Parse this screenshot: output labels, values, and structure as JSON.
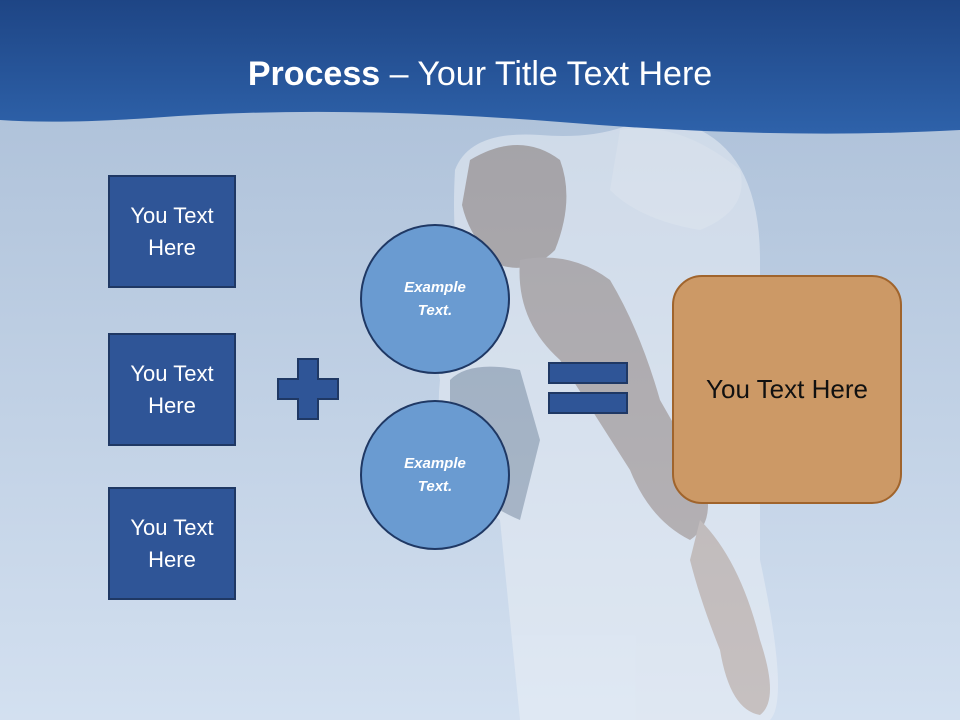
{
  "title": {
    "bold": "Process",
    "rest": " – Your Title Text Here"
  },
  "boxes": [
    {
      "label": "You Text Here"
    },
    {
      "label": "You Text Here"
    },
    {
      "label": "You Text Here"
    }
  ],
  "circles": [
    {
      "label": "Example Text."
    },
    {
      "label": "Example Text."
    }
  ],
  "operators": {
    "plus": "plus-icon",
    "equals": "equals-icon"
  },
  "result": {
    "label": "You Text Here"
  },
  "colors": {
    "header": "#2a5596",
    "box_fill": "#2f5597",
    "circle_fill": "#6a9bd1",
    "result_fill": "#cc9966",
    "result_border": "#a0642c"
  }
}
